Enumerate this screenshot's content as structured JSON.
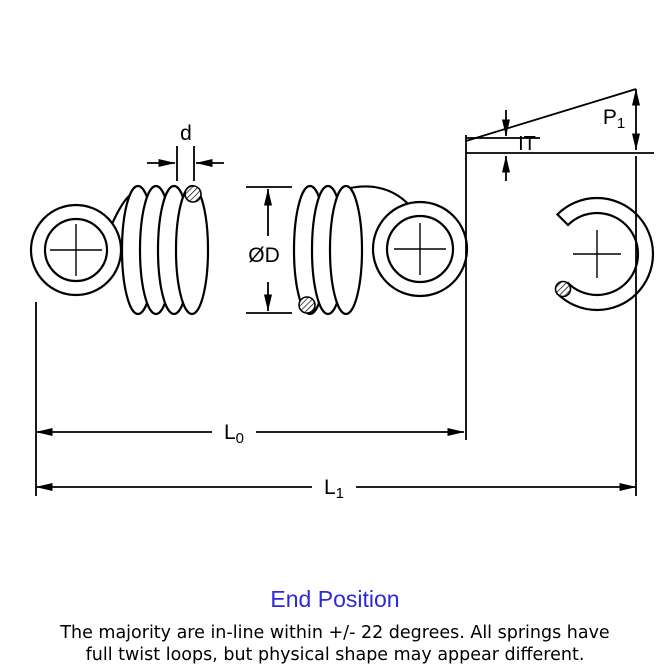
{
  "diagram": {
    "labels": {
      "wire_diameter": "d",
      "load_main": "P",
      "load_sub": "1",
      "initial_tension": "IT",
      "outer_diameter": "ØD",
      "free_length_main": "L",
      "free_length_sub": "0",
      "extended_length_main": "L",
      "extended_length_sub": "1"
    }
  },
  "footer": {
    "end_position_label": "End Position",
    "caption_line1": "The majority are in-line within +/- 22 degrees. All springs have",
    "caption_line2": "full twist loops, but physical shape may appear different."
  },
  "colors": {
    "line": "#000000",
    "end_position": "#2b2bd5",
    "background": "#ffffff"
  }
}
